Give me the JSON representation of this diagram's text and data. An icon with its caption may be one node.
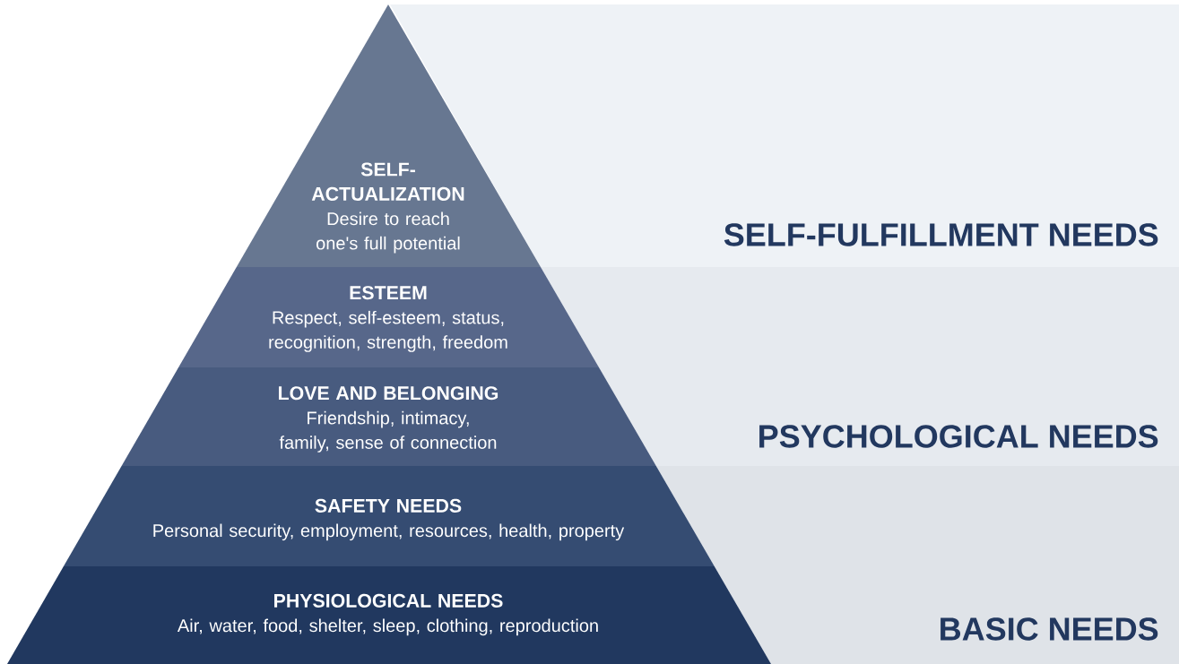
{
  "diagram": {
    "nodes": [
      {
        "text": [
          "SELF-ACTUALIZATION",
          "Desire to reach one's full potential"
        ]
      },
      {
        "text": [
          "ESTEEM",
          "Respect, self-esteem, status, recognition, strength, freedom"
        ]
      },
      {
        "text": [
          "LOVE AND BELONGING",
          "Friendship, intimacy, family, sense of connection"
        ]
      },
      {
        "text": [
          "SAFETY NEEDS",
          "Personal security, employment, resources, health, property"
        ]
      },
      {
        "text": [
          "PHYSIOLOGICAL NEEDS",
          "Air, water, food, shelter, sleep, clothing, reproduction"
        ]
      },
      {
        "text": [
          "SELF-FULFILLMENT NEEDS"
        ]
      },
      {
        "text": [
          "PSYCHOLOGICAL NEEDS"
        ]
      },
      {
        "text": [
          "BASIC NEEDS"
        ]
      }
    ]
  }
}
